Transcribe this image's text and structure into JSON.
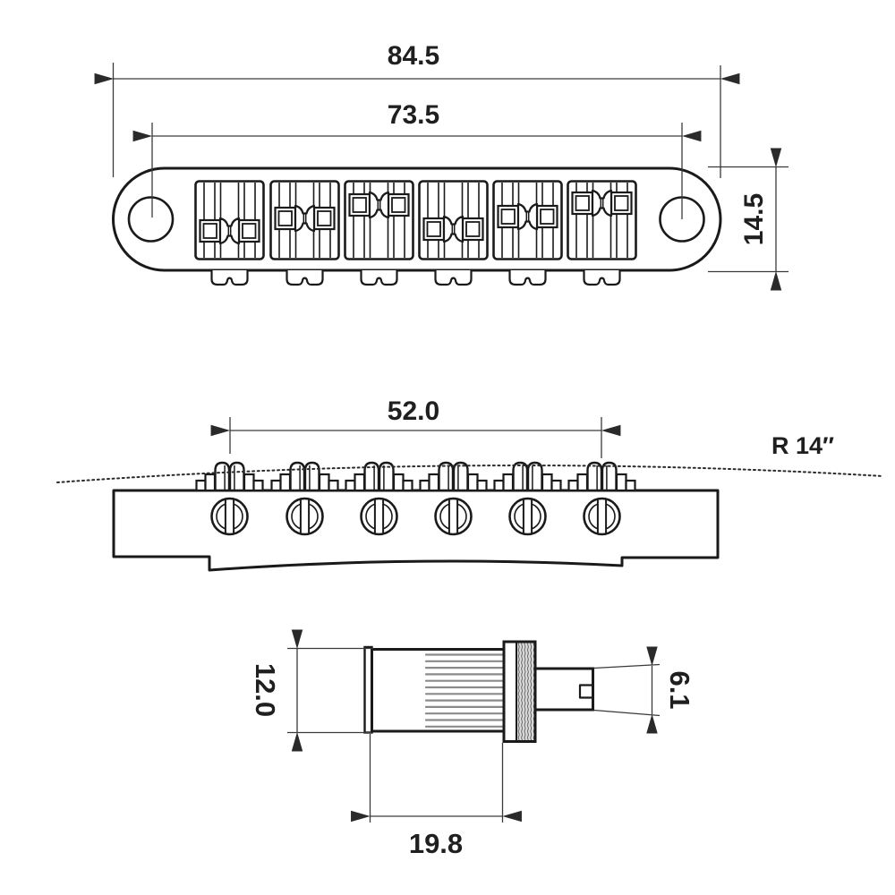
{
  "drawing": {
    "top_view": {
      "overall_width": "84.5",
      "post_spacing": "73.5",
      "body_height": "14.5"
    },
    "side_view": {
      "saddle_span": "52.0",
      "radius_label": "R 14′′"
    },
    "post_detail": {
      "wheel_diameter": "12.0",
      "thread_length": "19.8",
      "post_diameter": "6.1"
    },
    "colors": {
      "background": "#ffffff",
      "line": "#1a1a1a",
      "dimension": "#3a3a3a",
      "thread": "#8a8a8a",
      "knurl": "#dcdcdc"
    }
  }
}
